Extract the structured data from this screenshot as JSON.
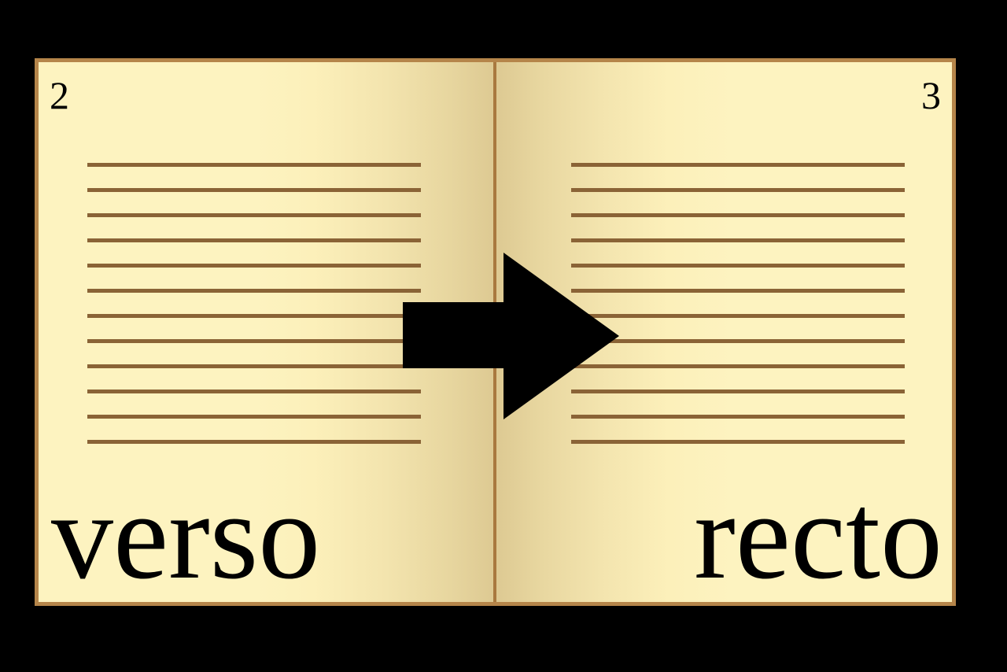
{
  "figure": {
    "title": "verso and recto pages of an open book",
    "background_color": "#000000"
  },
  "book": {
    "border_color": "#b5854a",
    "paper_color": "#fdf3c0",
    "gutter_shadow_color": "#ddc992",
    "spine_color": "#a9793f",
    "rule_color": "#8a6336"
  },
  "left_page": {
    "side": "verso",
    "page_number": "2",
    "label": "verso",
    "rule_count": 12
  },
  "right_page": {
    "side": "recto",
    "page_number": "3",
    "label": "recto",
    "rule_count": 12
  },
  "arrow": {
    "name": "right-arrow",
    "direction": "right",
    "color": "#000000",
    "meaning": "reading order proceeds from verso to recto"
  }
}
